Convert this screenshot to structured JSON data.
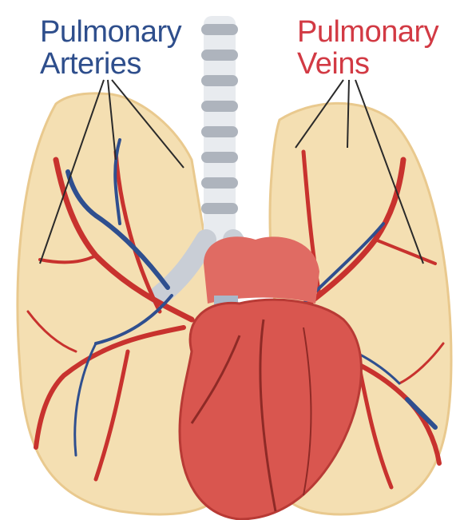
{
  "labels": {
    "arteries": {
      "line1": "Pulmonary",
      "line2": "Arteries"
    },
    "veins": {
      "line1": "Pulmonary",
      "line2": "Veins"
    }
  },
  "colors": {
    "arteries_label": "#2e4e8c",
    "veins_label": "#d23a44",
    "lung_fill": "#f4dfb2",
    "vessel_red": "#c8322e",
    "vessel_blue": "#2f4f8f",
    "heart": "#d9564f",
    "trachea": "#c9ced6"
  }
}
